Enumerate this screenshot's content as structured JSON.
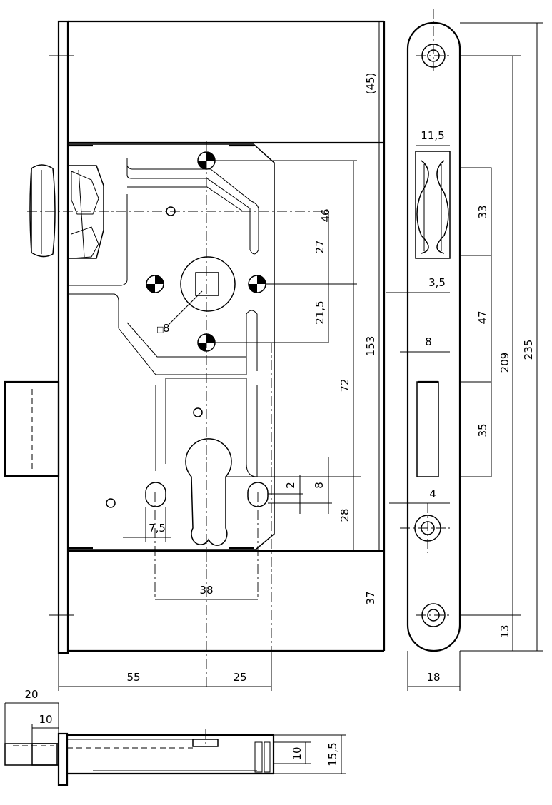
{
  "front_view": {
    "dim_45": "(45)",
    "dim_46": "46",
    "dim_27": "27",
    "dim_21_5": "21,5",
    "dim_153": "153",
    "dim_72": "72",
    "dim_2": "2",
    "dim_8_small": "8",
    "dim_28": "28",
    "dim_7_5": "7,5",
    "dim_38": "38",
    "dim_37": "37",
    "dim_55": "55",
    "dim_25": "25",
    "square_label": "8",
    "square_symbol": "□"
  },
  "side_view": {
    "dim_11_5": "11,5",
    "dim_33": "33",
    "dim_3_5": "3,5",
    "dim_47": "47",
    "dim_8": "8",
    "dim_209": "209",
    "dim_235": "235",
    "dim_35": "35",
    "dim_4": "4",
    "dim_13": "13",
    "dim_18": "18"
  },
  "bottom_view": {
    "dim_20": "20",
    "dim_10_left": "10",
    "dim_10_right": "10",
    "dim_15_5": "15,5"
  }
}
